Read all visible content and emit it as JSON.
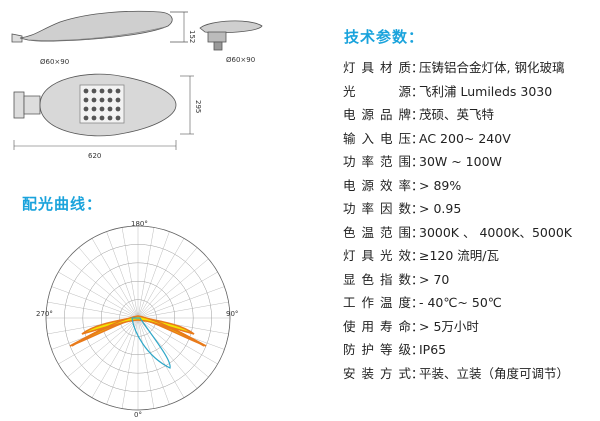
{
  "spec_title": "技术参数：",
  "curve_title": "配光曲线：",
  "drawings": {
    "top_view_dim_pipe": "Ø60×90",
    "side_view_dim_pipe": "Ø60×90",
    "dim_height_side": "152",
    "dim_width": "620",
    "dim_height_top": "295"
  },
  "polar": {
    "angle_top": "180°",
    "angle_bottom": "0°",
    "angle_left": "270°",
    "angle_right": "90°"
  },
  "specs": [
    {
      "label": "灯具材质",
      "value": "压铸铝合金灯体, 钢化玻璃"
    },
    {
      "label": "光　　源",
      "value": "飞利浦 Lumileds 3030"
    },
    {
      "label": "电源品牌",
      "value": "茂硕、英飞特"
    },
    {
      "label": "输入电压",
      "value": "AC 200~ 240V"
    },
    {
      "label": "功率范围",
      "value": "30W ~ 100W"
    },
    {
      "label": "电源效率",
      "value": "> 89%"
    },
    {
      "label": "功率因数",
      "value": "> 0.95"
    },
    {
      "label": "色温范围",
      "value": "3000K 、 4000K、5000K"
    },
    {
      "label": "灯具光效",
      "value": "≥120 流明/瓦"
    },
    {
      "label": "显色指数",
      "value": "> 70"
    },
    {
      "label": "工作温度",
      "value": "- 40℃~ 50℃"
    },
    {
      "label": "使用寿命",
      "value": "> 5万小时"
    },
    {
      "label": "防护等级",
      "value": "IP65"
    },
    {
      "label": "安装方式",
      "value": "平装、立装（角度可调节）"
    }
  ],
  "colors": {
    "title": "#1aa3dc",
    "curve_primary": "#e87a1a",
    "curve_fill": "#f2e400",
    "curve_secondary": "#2fa7c8"
  }
}
